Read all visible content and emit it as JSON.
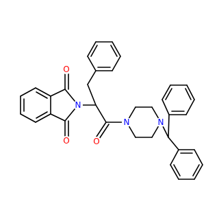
{
  "colors": {
    "bond": "#000000",
    "oxygen": "#ff0000",
    "nitrogen": "#0000ff",
    "background": "#ffffff"
  },
  "atoms": {
    "o_top": "O",
    "o_bottom": "O",
    "o_amide": "O",
    "n_imide": "N",
    "n_piperazine_left": "N",
    "n_piperazine_right": "N"
  }
}
